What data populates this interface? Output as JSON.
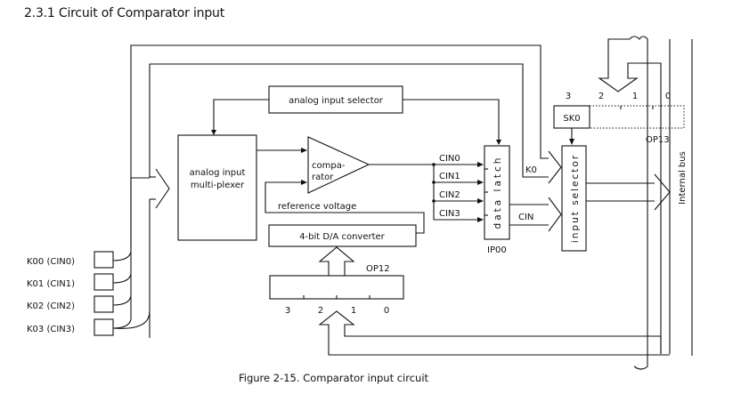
{
  "heading": "2.3.1 Circuit of Comparator input",
  "caption": "Figure 2-15.   Comparator input circuit",
  "blocks": {
    "analog_input_selector": "analog input selector",
    "mux_line1": "analog input",
    "mux_line2": "multi-plexer",
    "comparator_line1": "compa-",
    "comparator_line2": "rator",
    "reference_voltage": "reference voltage",
    "dac": "4-bit D/A converter",
    "data_latch": "data latch",
    "data_latch_reg": "IP00",
    "input_selector": "input selector",
    "sk0": "SK0",
    "internal_bus": "Internal bus"
  },
  "signals": {
    "cin": [
      "CIN0",
      "CIN1",
      "CIN2",
      "CIN3"
    ],
    "cin_bus": "CIN",
    "k0": "K0"
  },
  "pins": [
    {
      "label": "K00 (CIN0)"
    },
    {
      "label": "K01 (CIN1)"
    },
    {
      "label": "K02 (CIN2)"
    },
    {
      "label": "K03 (CIN3)"
    }
  ],
  "registers": {
    "op12": {
      "name": "OP12",
      "bits": [
        "3",
        "2",
        "1",
        "0"
      ]
    },
    "op13": {
      "name": "OP13",
      "bits": [
        "3",
        "2",
        "1",
        "0"
      ]
    }
  }
}
